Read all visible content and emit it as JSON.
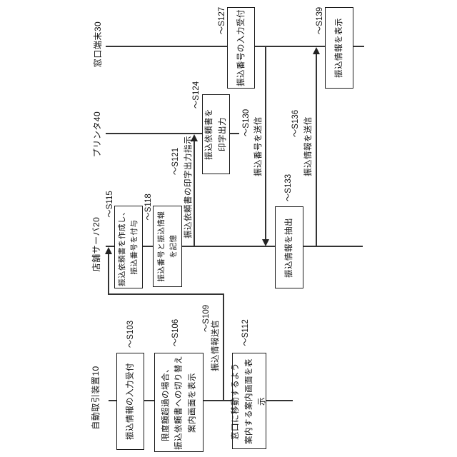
{
  "diagram": {
    "lanes": {
      "counter_terminal": {
        "label": "窓口端末30"
      },
      "printer": {
        "label": "プリンタ40"
      },
      "store_server": {
        "label": "店舗サーバ20"
      },
      "atm": {
        "label": "自動取引装置10"
      }
    },
    "steps": {
      "s103": {
        "tag": "〜S103",
        "text": "振込情報の入力受付"
      },
      "s106": {
        "tag": "〜S106",
        "text": "限度額超過の場合、\n振込依頼書への切り替え\n案内画面を表示"
      },
      "s112": {
        "tag": "〜S112",
        "text": "窓口に移動するよう\n案内する案内画面を表示"
      },
      "s115": {
        "tag": "〜S115",
        "text": "振込依頼書を作成し、\n振込番号を付与"
      },
      "s118": {
        "tag": "〜S118",
        "text": "振込番号と振込情報\nを記憶"
      },
      "s133": {
        "tag": "〜S133",
        "text": "振込情報を抽出"
      },
      "s124": {
        "tag": "〜S124",
        "text": "振込依頼書を\n印字出力"
      },
      "s127": {
        "tag": "〜S127",
        "text": "振込番号の入力受付"
      },
      "s139": {
        "tag": "〜S139",
        "text": "振込情報を表示"
      }
    },
    "messages": {
      "s109": {
        "tag": "〜S109",
        "text": "振込情報送信"
      },
      "s121": {
        "tag": "〜S121",
        "text": "振込依頼書の印字出力指示"
      },
      "s130": {
        "tag": "〜S130",
        "text": "振込番号を送信"
      },
      "s136": {
        "tag": "〜S136",
        "text": "振込情報を送信"
      }
    },
    "colors": {
      "line": "#333333",
      "box_border": "#1a1a1a",
      "background": "#ffffff"
    }
  }
}
